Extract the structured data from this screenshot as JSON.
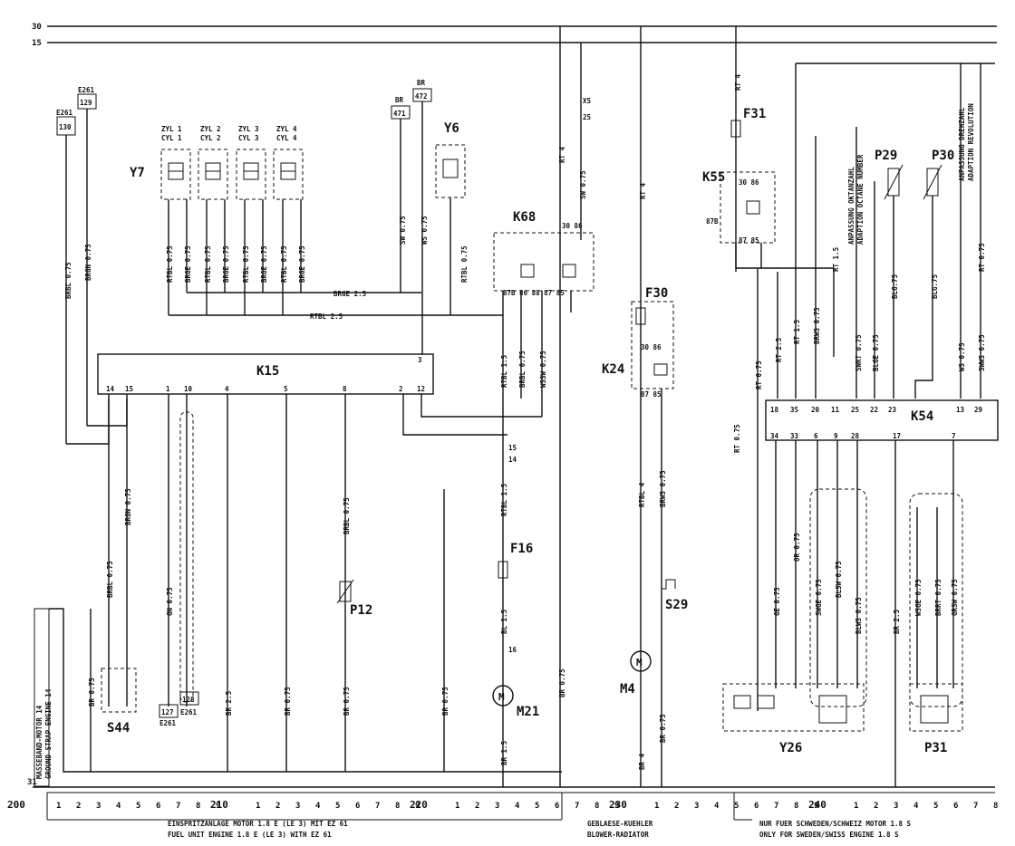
{
  "rails": {
    "top": "30",
    "second": "15",
    "ground": "31"
  },
  "components": {
    "K15": "K15",
    "K54": "K54",
    "K55": "K55",
    "K68": "K68",
    "K24": "K24",
    "Y7": "Y7",
    "Y6": "Y6",
    "Y26": "Y26",
    "F30": "F30",
    "F31": "F31",
    "F16": "F16",
    "P12": "P12",
    "P29": "P29",
    "P30": "P30",
    "P31": "P31",
    "S44": "S44",
    "S29": "S29",
    "M21": "M21",
    "M4": "M4"
  },
  "connectors": {
    "e261_a": "E261",
    "e261_a_num": "129",
    "e261_b": "E261",
    "e261_b_num": "130",
    "br471": "BR",
    "br471_num": "471",
    "br472": "BR",
    "br472_num": "472",
    "x127": "127",
    "x128": "128",
    "e261_c": "E261",
    "e261_d": "E261",
    "x15": "X5",
    "x15_pin": "15",
    "x15_pin2": "14",
    "x16_pin": "16",
    "x_25": "25"
  },
  "cylinders": [
    {
      "de": "ZYL 1",
      "en": "CYL 1"
    },
    {
      "de": "ZYL 2",
      "en": "CYL 2"
    },
    {
      "de": "ZYL 3",
      "en": "CYL 3"
    },
    {
      "de": "ZYL 4",
      "en": "CYL 4"
    }
  ],
  "wire_labels": {
    "rtbl075": "RTBL 0.75",
    "brge075": "BRGE 0.75",
    "brge25": "BRGE 2.5",
    "rtbl25": "RTBL 2.5",
    "brbl075": "BRBL 0.75",
    "brgn075": "BRGN 0.75",
    "sw075": "SW 0.75",
    "ws075": "WS 0.75",
    "rt4": "RT 4",
    "rt15": "RT 1.5",
    "rt075": "RT 0.75",
    "rt25": "RT 2.5",
    "rtbl15": "RTBL 1.5",
    "wssw075": "WSSW 0.75",
    "rtbl4": "RTBL 4",
    "brws075": "BRWS 0.75",
    "br4": "BR 4",
    "br075": "BR 0.75",
    "br25": "BR 2.5",
    "br15": "BR 1.5",
    "bl15": "BL 1.5",
    "gn075": "GN 0.75",
    "swrt075": "SWRT 0.75",
    "blge075": "BLGE 0.75",
    "blg75": "BLG.75",
    "ws075b": "WS 0.75",
    "swws075": "SWWS 0.75",
    "ge075": "GE 0.75",
    "or075": "OR 0.75",
    "swge075": "SWGE 0.75",
    "blsw075": "BLSW 0.75",
    "blws075": "BLWS 0.75",
    "wsge075": "WSGE 0.75",
    "brrt075": "BRRT 0.75",
    "grsw075": "GRSW 0.75"
  },
  "k15_pins": [
    "14",
    "15",
    "1",
    "10",
    "4",
    "5",
    "8",
    "2",
    "12",
    "3"
  ],
  "k54_pins_top": [
    "18",
    "35",
    "20",
    "11",
    "25",
    "22",
    "23",
    "13",
    "29"
  ],
  "k54_pins_bottom": [
    "34",
    "33",
    "6",
    "9",
    "28",
    "17",
    "7"
  ],
  "side_notes": {
    "ground_de": "MASSEBAND-MOTOR 14",
    "ground_en": "GROUND STRAP-ENGINE 14",
    "octane_de": "ANPASSUNG OKTANZAHL",
    "octane_en": "ADAPTION OCTANE NUMBER",
    "rev_de": "ANPASSUNG DREHZAHL",
    "rev_en": "ADAPTION REVOLUTION"
  },
  "ruler": {
    "major": [
      "200",
      "210",
      "220",
      "230",
      "240"
    ],
    "minor": [
      "1",
      "2",
      "3",
      "4",
      "5",
      "6",
      "7",
      "8",
      "9"
    ]
  },
  "footer": {
    "a_de": "EINSPRITZANLAGE MOTOR 1.8 E (LE 3) MIT EZ 61",
    "a_en": "FUEL UNIT ENGINE 1.8 E (LE 3) WITH EZ 61",
    "b_de": "GEBLAESE-KUEHLER",
    "b_en": "BLOWER-RADIATOR",
    "c_de": "NUR FUER SCHWEDEN/SCHWEIZ MOTOR 1.8 S",
    "c_en": "ONLY FOR SWEDEN/SWISS ENGINE 1.8 S"
  }
}
